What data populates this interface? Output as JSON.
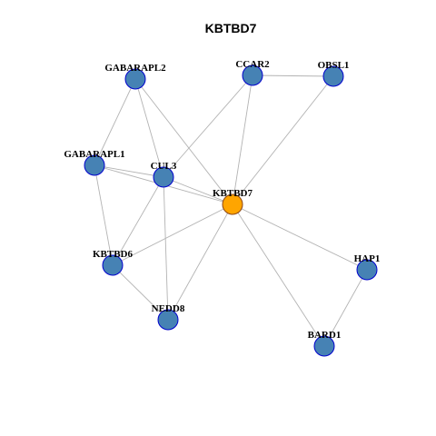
{
  "title": "KBTBD7",
  "colors": {
    "node_fill": "#4682B4",
    "node_stroke": "#0000CD",
    "center_fill": "#FFA500",
    "center_stroke": "#8B4513",
    "edge": "#B3B3B3"
  },
  "nodes": [
    {
      "id": "GABARAPL2",
      "label": "GABARAPL2",
      "center": false
    },
    {
      "id": "CCAR2",
      "label": "CCAR2",
      "center": false
    },
    {
      "id": "OBSL1",
      "label": "OBSL1",
      "center": false
    },
    {
      "id": "GABARAPL1",
      "label": "GABARAPL1",
      "center": false
    },
    {
      "id": "CUL3",
      "label": "CUL3",
      "center": false
    },
    {
      "id": "KBTBD7",
      "label": "KBTBD7",
      "center": true
    },
    {
      "id": "KBTBD6",
      "label": "KBTBD6",
      "center": false
    },
    {
      "id": "HAP1",
      "label": "HAP1",
      "center": false
    },
    {
      "id": "NEDD8",
      "label": "NEDD8",
      "center": false
    },
    {
      "id": "BARD1",
      "label": "BARD1",
      "center": false
    }
  ],
  "edges": [
    [
      "GABARAPL2",
      "CUL3"
    ],
    [
      "GABARAPL2",
      "KBTBD7"
    ],
    [
      "GABARAPL2",
      "GABARAPL1"
    ],
    [
      "CCAR2",
      "OBSL1"
    ],
    [
      "CCAR2",
      "CUL3"
    ],
    [
      "CCAR2",
      "KBTBD7"
    ],
    [
      "OBSL1",
      "KBTBD7"
    ],
    [
      "GABARAPL1",
      "CUL3"
    ],
    [
      "GABARAPL1",
      "KBTBD7"
    ],
    [
      "GABARAPL1",
      "KBTBD6"
    ],
    [
      "CUL3",
      "KBTBD7"
    ],
    [
      "CUL3",
      "KBTBD6"
    ],
    [
      "CUL3",
      "NEDD8"
    ],
    [
      "KBTBD7",
      "KBTBD6"
    ],
    [
      "KBTBD7",
      "NEDD8"
    ],
    [
      "KBTBD7",
      "HAP1"
    ],
    [
      "KBTBD7",
      "BARD1"
    ],
    [
      "KBTBD6",
      "NEDD8"
    ],
    [
      "HAP1",
      "BARD1"
    ]
  ]
}
